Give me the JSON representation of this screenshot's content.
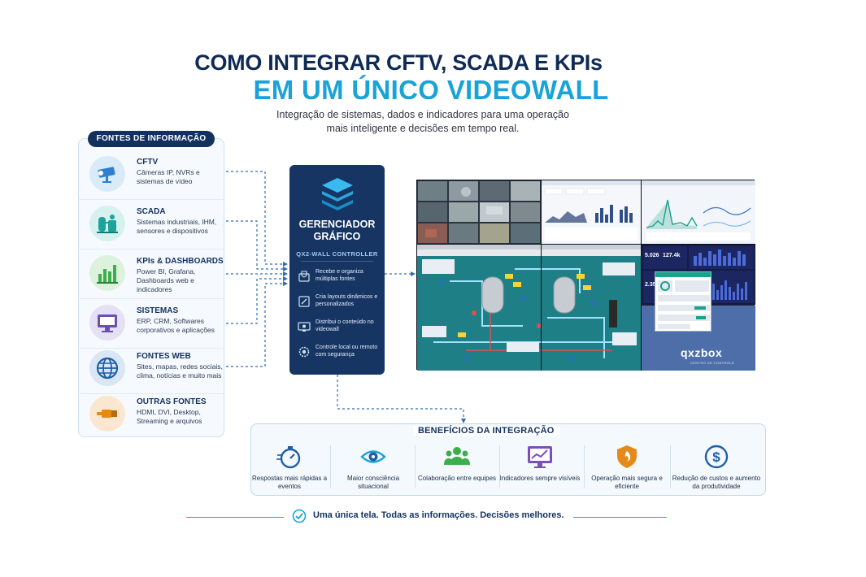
{
  "header": {
    "title_line1": "COMO INTEGRAR CFTV, SCADA E KPIs",
    "title_line2": "EM UM ÚNICO VIDEOWALL",
    "subtitle_line1": "Integração de sistemas, dados e indicadores para uma operação",
    "subtitle_line2": "mais inteligente e decisões em tempo real."
  },
  "sources": {
    "label": "FONTES DE INFORMAÇÃO",
    "items": [
      {
        "title": "CFTV",
        "desc": "Câmeras IP, NVRs e sistemas de vídeo",
        "icon": "security-camera-icon",
        "color": "#2f7fcf"
      },
      {
        "title": "SCADA",
        "desc": "Sistemas industriais, IHM, sensores e dispositivos",
        "icon": "industrial-tank-icon",
        "color": "#1ba39c"
      },
      {
        "title": "KPIs & DASHBOARDS",
        "desc": "Power BI, Grafana, Dashboards web e indicadores",
        "icon": "bar-chart-icon",
        "color": "#3cae4a"
      },
      {
        "title": "SISTEMAS",
        "desc": "ERP, CRM, Softwares corporativos e aplicações",
        "icon": "monitor-icon",
        "color": "#6a4fb3"
      },
      {
        "title": "FONTES WEB",
        "desc": "Sites, mapas, redes sociais, clima, notícias e muito mais",
        "icon": "globe-icon",
        "color": "#1f5fa8"
      },
      {
        "title": "OUTRAS FONTES",
        "desc": "HDMI, DVI, Desktop, Streaming e arquivos",
        "icon": "hdmi-cable-icon",
        "color": "#e58a1a"
      }
    ]
  },
  "controller": {
    "name_line1": "GERENCIADOR",
    "name_line2": "GRÁFICO",
    "model": "QX2-WALL CONTROLLER",
    "features": [
      {
        "text": "Recebe e organiza múltiplas fontes",
        "icon": "inbox-icon"
      },
      {
        "text": "Cria layouts dinâmicos e personalizados",
        "icon": "layout-edit-icon"
      },
      {
        "text": "Distribui o conteúdo no videowall",
        "icon": "display-share-icon"
      },
      {
        "text": "Controle local ou remoto com segurança",
        "icon": "gear-lock-icon"
      }
    ]
  },
  "videowall": {
    "brand": "qxzbox",
    "brand_sub": "CENTRO DE CONTROLE",
    "kpi_values": [
      "5.026",
      "127.4k",
      "2.35k"
    ]
  },
  "benefits": {
    "label": "BENEFÍCIOS DA INTEGRAÇÃO",
    "items": [
      {
        "text": "Respostas mais rápidas a eventos",
        "icon": "stopwatch-icon",
        "color": "#1f5fa8"
      },
      {
        "text": "Maior consciência situacional",
        "icon": "eye-icon",
        "color": "#1aa3d6"
      },
      {
        "text": "Colaboração entre equipes",
        "icon": "team-icon",
        "color": "#3cae4a"
      },
      {
        "text": "Indicadores sempre visíveis",
        "icon": "chart-monitor-icon",
        "color": "#7a4fb8"
      },
      {
        "text": "Operação mais segura e eficiente",
        "icon": "shield-icon",
        "color": "#e58a1a"
      },
      {
        "text": "Redução de custos e aumento da produtividade",
        "icon": "dollar-icon",
        "color": "#1f5fa8"
      }
    ]
  },
  "footer": {
    "text": "Uma única tela. Todas as informações. Decisões melhores."
  }
}
